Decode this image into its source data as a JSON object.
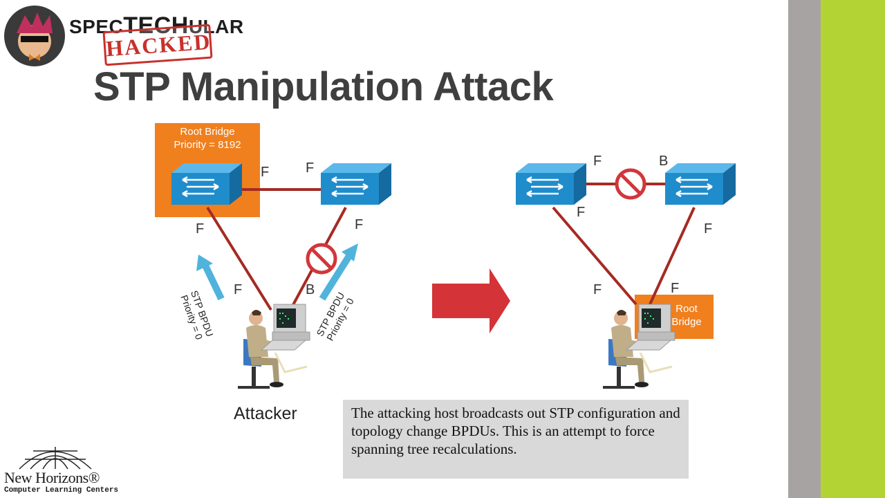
{
  "brand": {
    "name_prefix": "SPEC",
    "name_mid": "TECH",
    "name_suffix": "ULAR",
    "stamp": "HACKED"
  },
  "slide": {
    "title": "STP Manipulation Attack"
  },
  "left_topology": {
    "root_box": {
      "line1": "Root Bridge",
      "line2": "Priority = 8192"
    },
    "port_labels": {
      "root_right": "F",
      "peer_left": "F",
      "root_down": "F",
      "peer_down": "F",
      "att_left": "F",
      "att_right": "B"
    },
    "bpdu_left": {
      "line1": "STP BPDU",
      "line2": "Priority = 0"
    },
    "bpdu_right": {
      "line1": "STP BPDU",
      "line2": "Priority = 0"
    },
    "attacker": "Attacker"
  },
  "right_topology": {
    "port_labels": {
      "sw1_right": "F",
      "sw2_left": "B",
      "sw1_down": "F",
      "sw2_down": "F",
      "att_left": "F",
      "att_right": "F"
    },
    "root_box": {
      "line1": "Root",
      "line2": "Bridge"
    }
  },
  "caption": "The attacking host broadcasts out STP configuration and topology change BPDUs. This is an attempt to force spanning tree recalculations.",
  "footer": {
    "company": "New Horizons®",
    "tagline": "Computer Learning Centers"
  },
  "colors": {
    "accent_green": "#b3d334",
    "stripe_gray": "#a8a3a3",
    "root_orange": "#f07f1e",
    "link_red": "#a52a22",
    "block_red": "#d1363b",
    "bpdu_blue": "#4fb3dc",
    "switch_blue": "#1f8ccc"
  }
}
